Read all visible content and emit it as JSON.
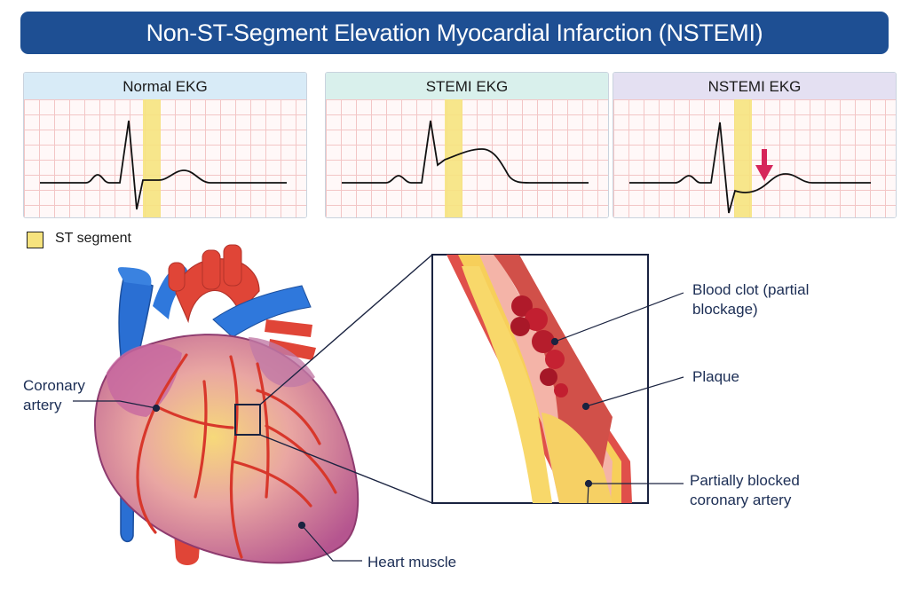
{
  "title": "Non-ST-Segment Elevation Myocardial Infarction (NSTEMI)",
  "ekg_panels": [
    {
      "label": "Normal EKG",
      "header_color": "#d8ebf7"
    },
    {
      "label": "STEMI EKG",
      "header_color": "#d9f0ec"
    },
    {
      "label": "NSTEMI EKG",
      "header_color": "#e4e0f2"
    }
  ],
  "legend": {
    "label": "ST segment",
    "color": "#f6e37e"
  },
  "labels": {
    "coronary_artery": "Coronary artery",
    "blood_clot": "Blood clot (partial blockage)",
    "plaque": "Plaque",
    "partially_blocked": "Partially blocked coronary artery",
    "heart_muscle": "Heart muscle"
  },
  "colors": {
    "title_bar": "#1e4f93",
    "st_highlight": "#f6e37e",
    "arrow": "#d6265a"
  }
}
